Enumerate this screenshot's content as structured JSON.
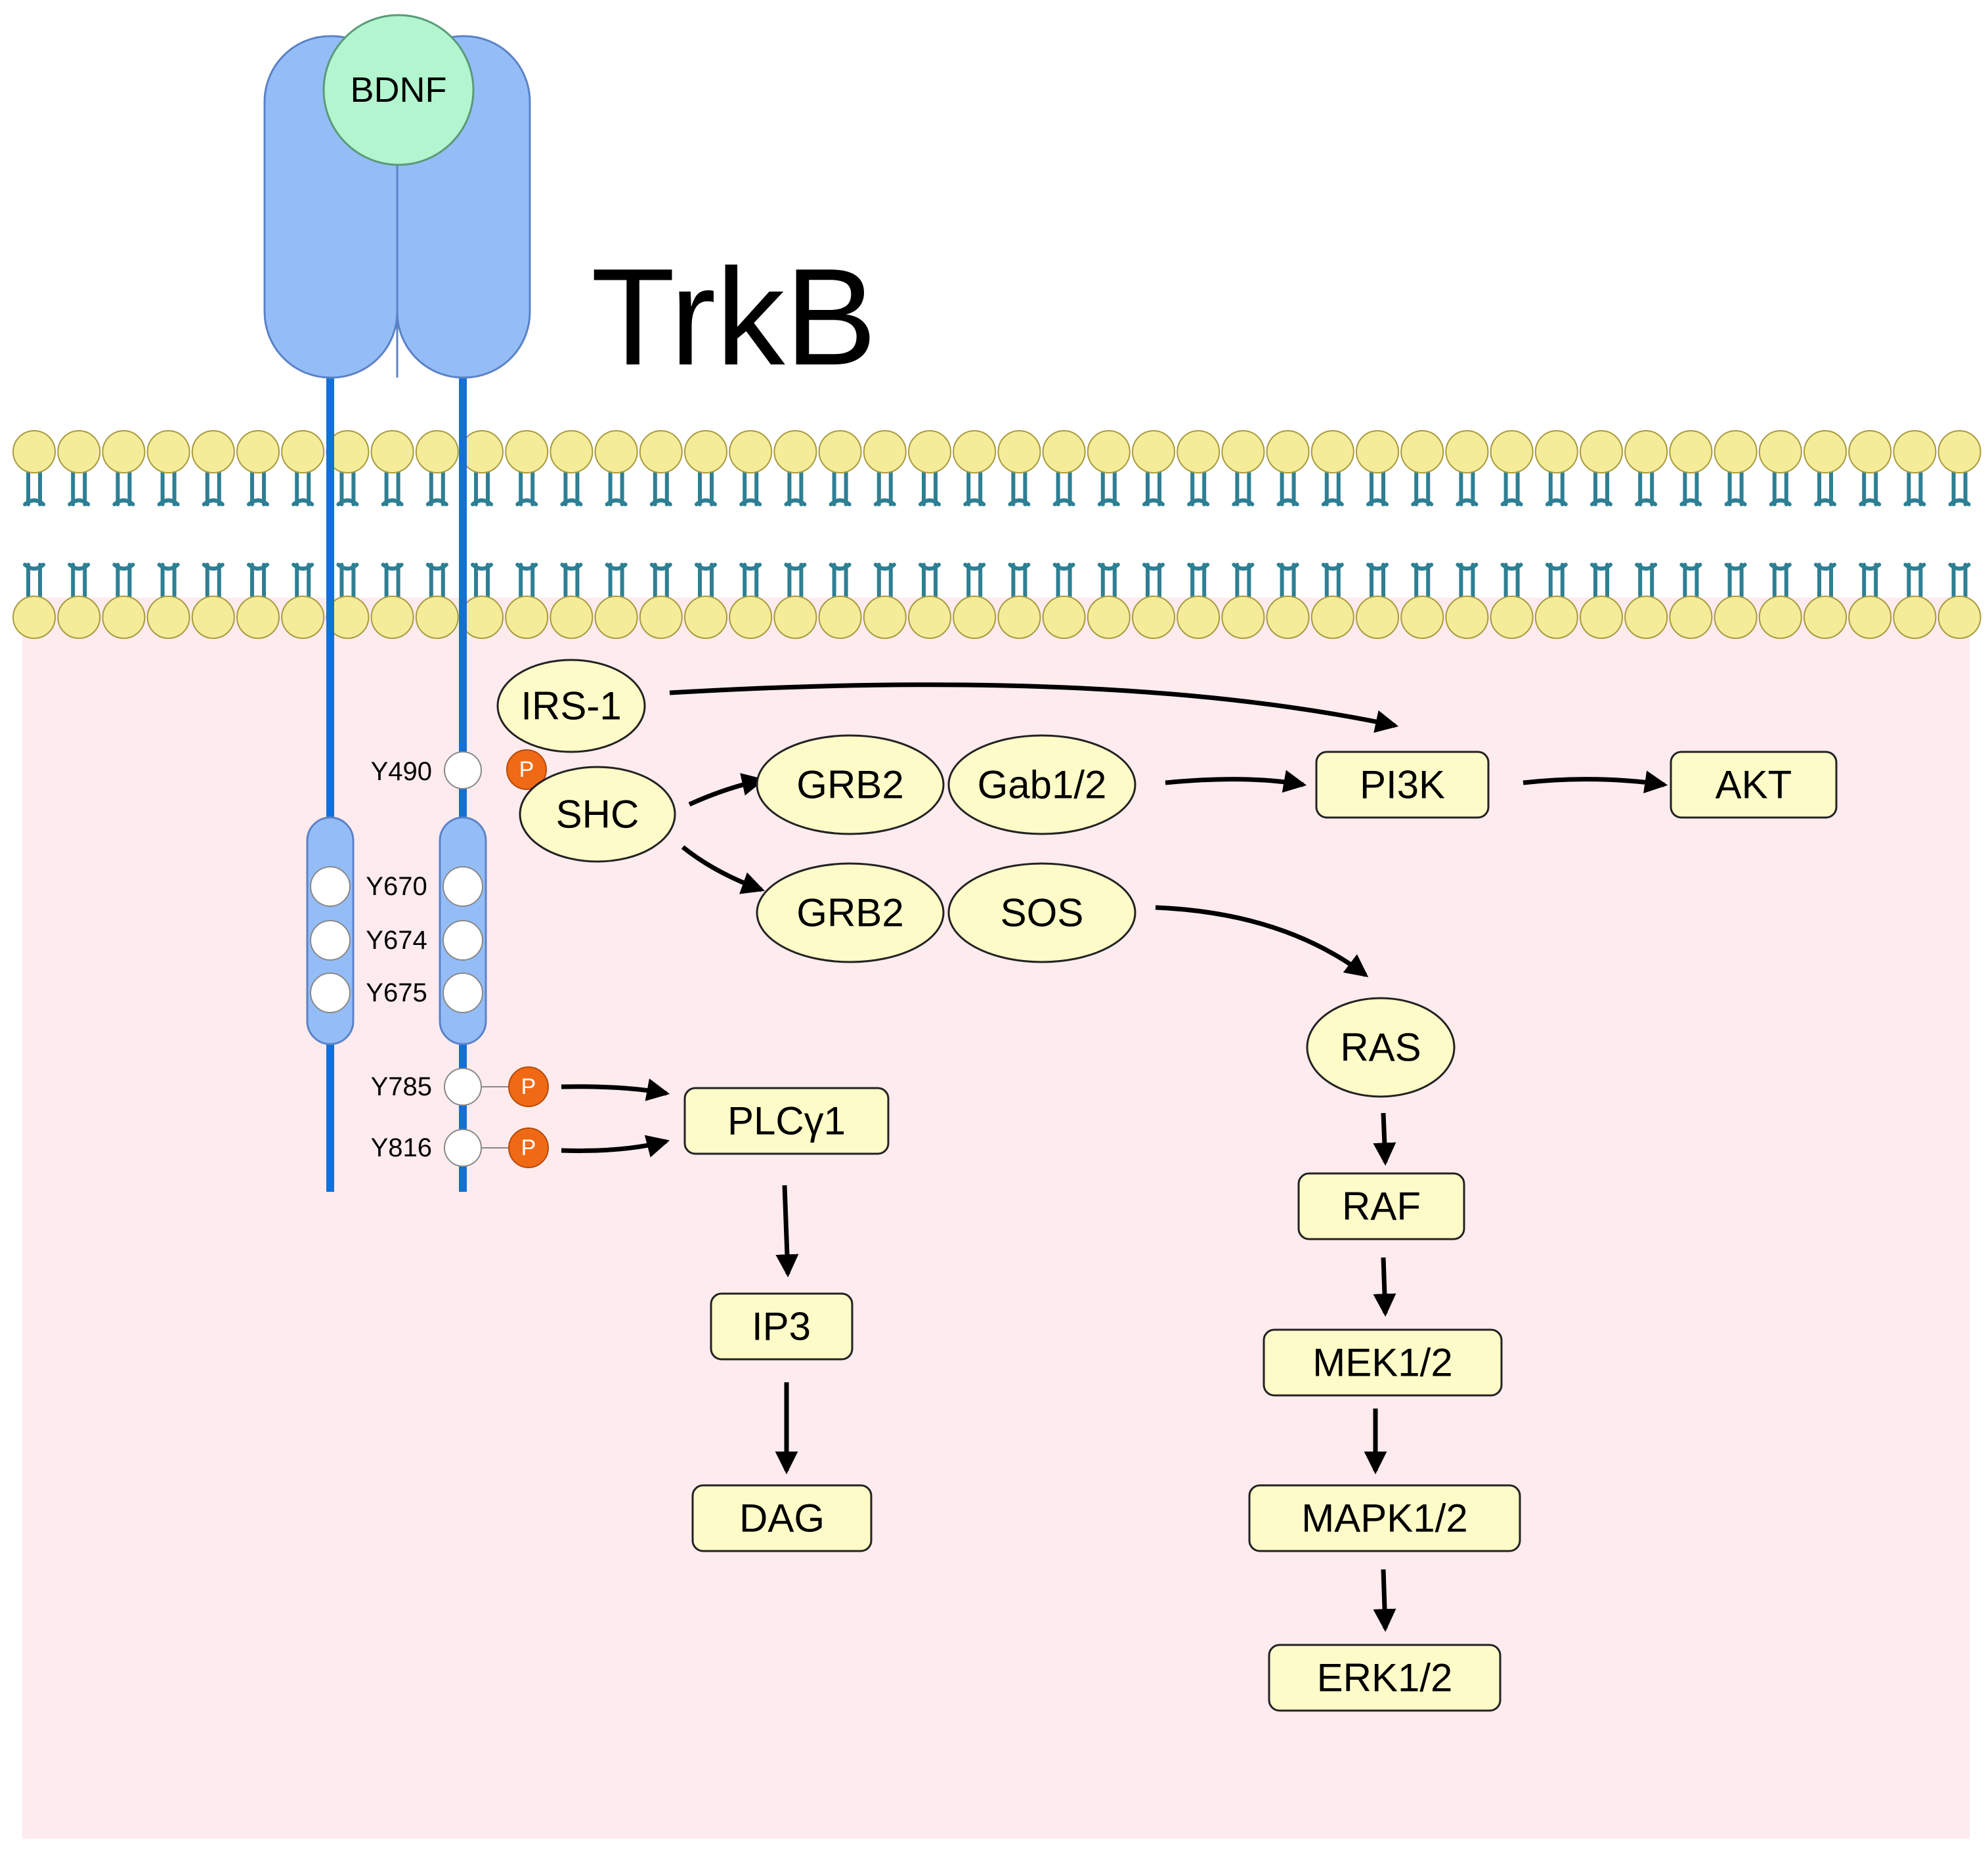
{
  "diagram": {
    "receptor_title": "TrkB",
    "ligand": "BDNF",
    "phospho_symbol": "P",
    "tyrosine_sites": {
      "y490": "Y490",
      "y670": "Y670",
      "y674": "Y674",
      "y675": "Y675",
      "y785": "Y785",
      "y816": "Y816"
    },
    "adaptors": {
      "irs1": "IRS-1",
      "shc": "SHC",
      "grb2_a": "GRB2",
      "gab": "Gab1/2",
      "grb2_b": "GRB2",
      "sos": "SOS",
      "ras": "RAS"
    },
    "effectors": {
      "pi3k": "PI3K",
      "akt": "AKT",
      "plcg1": "PLCγ1",
      "ip3": "IP3",
      "dag": "DAG",
      "raf": "RAF",
      "mek": "MEK1/2",
      "mapk": "MAPK1/2",
      "erk": "ERK1/2"
    },
    "colors": {
      "cytoplasm": "#fdebee",
      "receptor_body": "#94bdf7",
      "receptor_line": "#1270d8",
      "ligand_fill": "#b2f5cf",
      "node_fill": "#fdfbc8",
      "lipid_head": "#f5ec9a",
      "lipid_tail": "#2e7f93",
      "phospho": "#f06a16",
      "arrow": "#000000"
    }
  }
}
